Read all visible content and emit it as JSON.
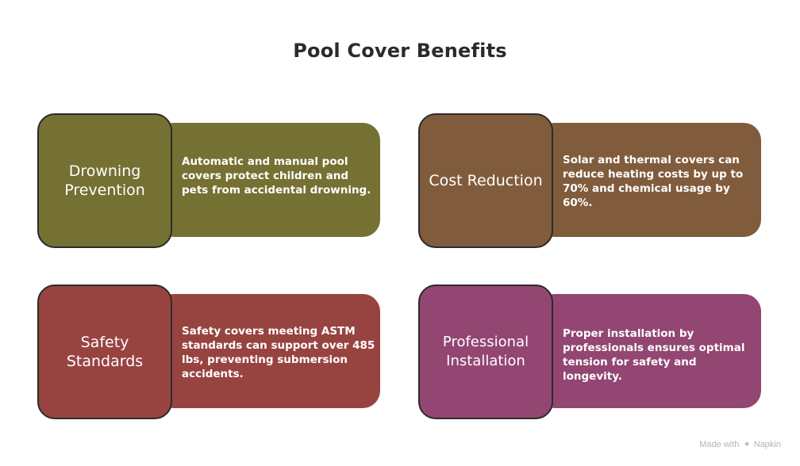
{
  "title": "Pool Cover Benefits",
  "cards": [
    {
      "label": "Drowning Prevention",
      "description": "Automatic and manual pool covers protect children and pets from accidental drowning.",
      "color": "#757133"
    },
    {
      "label": "Cost Reduction",
      "description": "Solar and thermal covers can reduce heating costs by up to 70% and chemical usage by 60%.",
      "color": "#805c3d"
    },
    {
      "label": "Safety Standards",
      "description": "Safety covers meeting ASTM standards can support over 485 lbs, preventing submersion accidents.",
      "color": "#974441"
    },
    {
      "label": "Professional Installation",
      "description": "Proper installation by professionals ensures optimal tension for safety and longevity.",
      "color": "#924671"
    }
  ],
  "footer": {
    "made_with": "Made with",
    "brand": "Napkin",
    "logo_icon": "napkin-logo-icon"
  }
}
